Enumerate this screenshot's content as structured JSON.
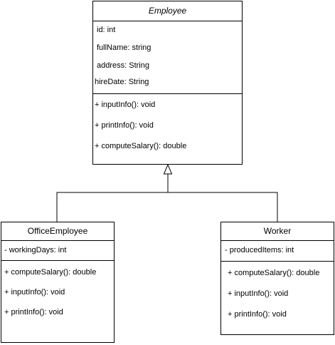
{
  "diagram": {
    "classes": {
      "employee": {
        "name": "Employee",
        "attributes": [
          "id: int",
          "fullName: string",
          "address: String",
          "hireDate: String"
        ],
        "methods": [
          "+ inputInfo(): void",
          "+ printInfo(): void",
          "+ computeSalary(): double"
        ]
      },
      "office_employee": {
        "name": "OfficeEmployee",
        "attributes": [
          "- workingDays: int"
        ],
        "methods": [
          "+ computeSalary(): double",
          "+ inputInfo(): void",
          "+ printInfo(): void"
        ]
      },
      "worker": {
        "name": "Worker",
        "attributes": [
          "- producedItems: int"
        ],
        "methods": [
          "+ computeSalary(): double",
          "+ inputInfo(): void",
          "+ printInfo(): void"
        ]
      }
    },
    "colors": {
      "line": "#000000",
      "background": "#ffffff"
    }
  }
}
